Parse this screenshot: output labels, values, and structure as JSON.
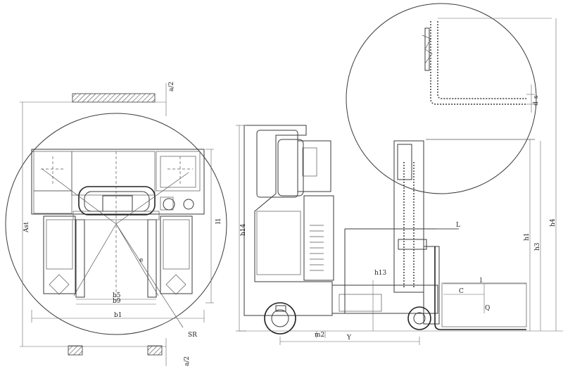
{
  "labels": {
    "a2_top": "a/2",
    "ast": "Ast",
    "l1": "l1",
    "b5": "b5",
    "b9": "b9",
    "b1": "b1",
    "sr": "SR",
    "a2_bottom": "a/2",
    "h14": "h14",
    "h13": "h13",
    "m2": "m2",
    "y": "Y",
    "l": "L",
    "c": "C",
    "q": "Q",
    "l_small": "l",
    "h1": "h1",
    "h3": "h3",
    "h4": "h4",
    "s": "s",
    "d": "d",
    "e": "e"
  }
}
